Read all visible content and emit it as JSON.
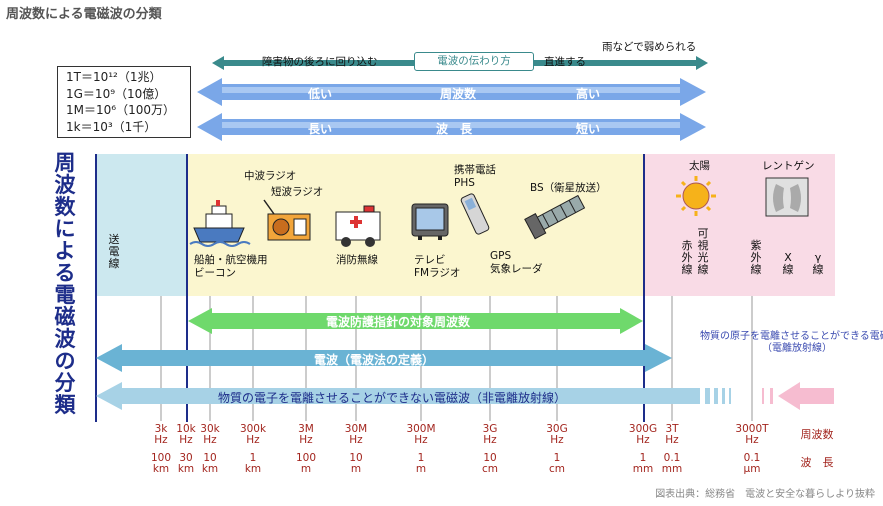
{
  "title": "周波数による電磁波の分類",
  "vertical_title": "周波数による電磁波の分類",
  "units": [
    "1T＝10¹²（1兆）",
    "1G＝10⁹（10億）",
    "1M＝10⁶（100万）",
    "1k＝10³（1千）"
  ],
  "propagation": {
    "left": "障害物の後ろに回り込む",
    "center": "電波の伝わり方",
    "right": "直進する",
    "top_right": "雨などで弱められる"
  },
  "frequency_bar": {
    "low": "低い",
    "label": "周波数",
    "high": "高い"
  },
  "wavelength_bar": {
    "long": "長い",
    "label": "波　長",
    "short": "短い"
  },
  "band_labels": {
    "transmission": "送電線",
    "ship": "船舶・航空機用\nビーコン",
    "am": "中波ラジオ",
    "sw": "短波ラジオ",
    "fire": "消防無線",
    "tv": "テレビ\nFMラジオ",
    "mobile": "携帯電話\nPHS",
    "gps": "GPS\n気象レーダ",
    "bs": "BS（衛星放送）",
    "sun": "太陽",
    "xray": "レントゲン",
    "ir": "赤外線",
    "vis": "可視光線",
    "uv": "紫外線",
    "x": "X線",
    "gamma": "γ線"
  },
  "arrows": {
    "guideline": "電波防護指針の対象周波数",
    "radio": "電波（電波法の定義）",
    "nonion": "物質の電子を電離させることができない電磁波（非電離放射線）",
    "ion": "物質の原子を電離させることができる電磁波\n（電離放射線）"
  },
  "freq_ticks": [
    {
      "f": "3k\nHz",
      "w": "100\nkm"
    },
    {
      "f": "10k\nHz",
      "w": "30\nkm"
    },
    {
      "f": "30k\nHz",
      "w": "10\nkm"
    },
    {
      "f": "300k\nHz",
      "w": "1\nkm"
    },
    {
      "f": "3M\nHz",
      "w": "100\nm"
    },
    {
      "f": "30M\nHz",
      "w": "10\nm"
    },
    {
      "f": "300M\nHz",
      "w": "1\nm"
    },
    {
      "f": "3G\nHz",
      "w": "10\ncm"
    },
    {
      "f": "30G\nHz",
      "w": "1\ncm"
    },
    {
      "f": "300G\nHz",
      "w": "1\nmm"
    },
    {
      "f": "3T\nHz",
      "w": "0.1\nmm"
    },
    {
      "f": "3000T\nHz",
      "w": "0.1\nμm"
    }
  ],
  "axis_labels": {
    "freq": "周波数",
    "wave": "波　長"
  },
  "source": "図表出典：総務省　電波と安全な暮らしより抜粋",
  "colors": {
    "navy": "#1d2d8a",
    "teal": "#3a8a8c",
    "blue_arrow": "#7aa7e8",
    "green": "#6fd96c",
    "red": "#a3261f"
  }
}
